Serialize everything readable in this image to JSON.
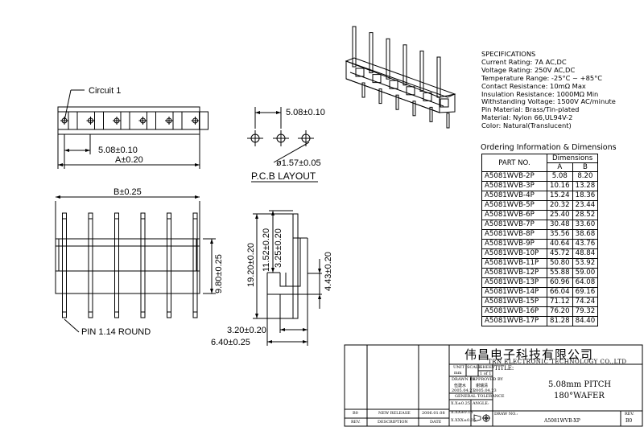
{
  "labels": {
    "circuit": "Circuit 1",
    "pitch_dim": "5.08±0.10",
    "a_dim": "A±0.20",
    "pcb_pitch": "5.08±0.10",
    "hole_dia": "ø1.57±0.05",
    "pcb_layout": "P.C.B LAYOUT",
    "b_dim": "B±0.25",
    "dim_980": "9.80±0.25",
    "pin_round": "PIN 1.14 ROUND",
    "dim_1920": "19.20±0.20",
    "dim_1152": "11.52±0.20",
    "dim_325": "3.25±0.20",
    "dim_443": "4.43±0.20",
    "dim_320": "3.20±0.20",
    "dim_640": "6.40±0.25"
  },
  "specifications": {
    "title": "SPECIFICATIONS",
    "lines": [
      "Current Rating: 7A AC,DC",
      "Voltage Rating: 250V AC,DC",
      "Temperature Range: -25°C ~ +85°C",
      "Contact Resistance: 10mΩ Max",
      "Insulation Resistance: 1000MΩ Min",
      "Withstanding Voltage: 1500V AC/minute",
      "Pin Material: Brass/Tin-plated",
      "Material: Nylon 66,UL94V-2",
      "Color: Natural(Translucent)"
    ]
  },
  "ordering": {
    "title": "Ordering Information & Dimensions",
    "col_part": "PART NO.",
    "col_dims": "Dimensions",
    "col_a": "A",
    "col_b": "B",
    "rows": [
      [
        "A5081WVB-2P",
        "5.08",
        "8.20"
      ],
      [
        "A5081WVB-3P",
        "10.16",
        "13.28"
      ],
      [
        "A5081WVB-4P",
        "15.24",
        "18.36"
      ],
      [
        "A5081WVB-5P",
        "20.32",
        "23.44"
      ],
      [
        "A5081WVB-6P",
        "25.40",
        "28.52"
      ],
      [
        "A5081WVB-7P",
        "30.48",
        "33.60"
      ],
      [
        "A5081WVB-8P",
        "35.56",
        "38.68"
      ],
      [
        "A5081WVB-9P",
        "40.64",
        "43.76"
      ],
      [
        "A5081WVB-10P",
        "45.72",
        "48.84"
      ],
      [
        "A5081WVB-11P",
        "50.80",
        "53.92"
      ],
      [
        "A5081WVB-12P",
        "55.88",
        "59.00"
      ],
      [
        "A5081WVB-13P",
        "60.96",
        "64.08"
      ],
      [
        "A5081WVB-14P",
        "66.04",
        "69.16"
      ],
      [
        "A5081WVB-15P",
        "71.12",
        "74.24"
      ],
      [
        "A5081WVB-16P",
        "76.20",
        "79.32"
      ],
      [
        "A5081WVB-17P",
        "81.28",
        "84.40"
      ]
    ]
  },
  "title_block": {
    "company_cn": "伟昌电子科技有限公司",
    "company_en": "TRN ELECTRONIC TECHNOLOGY CO.,LTD",
    "unit": "UNIT",
    "unit_val": "mm",
    "scale": "SCALE",
    "sheet": "SHEET",
    "sheet_val": "1 of 1",
    "title_label": "TITLE:",
    "title_line1": "5.08mm PITCH",
    "title_line2": "180°WAFER",
    "drawn_by": "DRAWN BY",
    "drawn_name": "伍建水",
    "drawn_date": "2005.04.23",
    "approved_by": "APPROVED BY",
    "approved_name": "谢瑞清",
    "approved_date": "2005.04.23",
    "general_tol": "GENERAL TOLERANCE",
    "tol1": "X.X±0.25",
    "tol2": "X.XX±0.15",
    "tol3": "X.XXX±0.05",
    "angle": "ANGLE:",
    "drawing_no_label": "DRAW NO.:",
    "drawing_no": "A5081WVB-XP",
    "rev_label": "REV.",
    "rev_val": "B0",
    "hist_rev": "B0",
    "hist_desc": "NEW RELEASE",
    "hist_date": "2006.01.08",
    "hdr_rev": "REV.",
    "hdr_desc": "DESCRIPTION",
    "hdr_date": "DATE"
  }
}
